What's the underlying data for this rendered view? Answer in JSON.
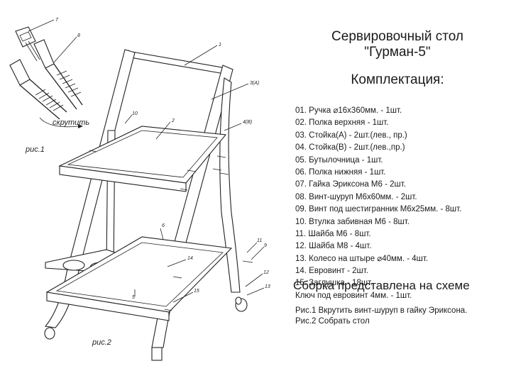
{
  "title_line1": "Сервировочный стол",
  "title_line2": "\"Гурман-5\"",
  "kit_heading": "Комплектация:",
  "parts": [
    "01. Ручка ⌀16х360мм. - 1шт.",
    "02. Полка верхняя - 1шт.",
    "03. Стойка(А) - 2шт.(лев., пр.)",
    "04. Стойка(В) - 2шт.(лев.,пр.)",
    "05. Бутылочница - 1шт.",
    "06. Полка нижняя - 1шт.",
    "07. Гайка Эриксона М6 - 2шт.",
    "08. Винт-шуруп М6х60мм. - 2шт.",
    "09. Винт под шестигранник М6х25мм. - 8шт.",
    "10. Втулка забивная М6 - 8шт.",
    "11. Шайба М6 - 8шт.",
    "12. Шайба М8 - 4шт.",
    "13. Колесо на штыре ⌀40мм. - 4шт.",
    "14. Евровинт - 2шт.",
    "15. Заглушка - 18шт.",
    "Ключ под евровинт 4мм. - 1шт."
  ],
  "assembly_heading": "Сборка представлена на схеме",
  "notes": [
    "Рис.1  Вкрутить винт-шуруп в гайку Эриксона.",
    "Рис.2  Собрать стол"
  ],
  "drawing": {
    "fig1_label": "рис.1",
    "fig2_label": "рис.2",
    "screw_in_label": "скрутить",
    "callouts": [
      "1",
      "2",
      "3(А)",
      "4(В)",
      "5",
      "6",
      "7",
      "8",
      "9",
      "10",
      "11",
      "12",
      "13",
      "14",
      "15"
    ]
  }
}
